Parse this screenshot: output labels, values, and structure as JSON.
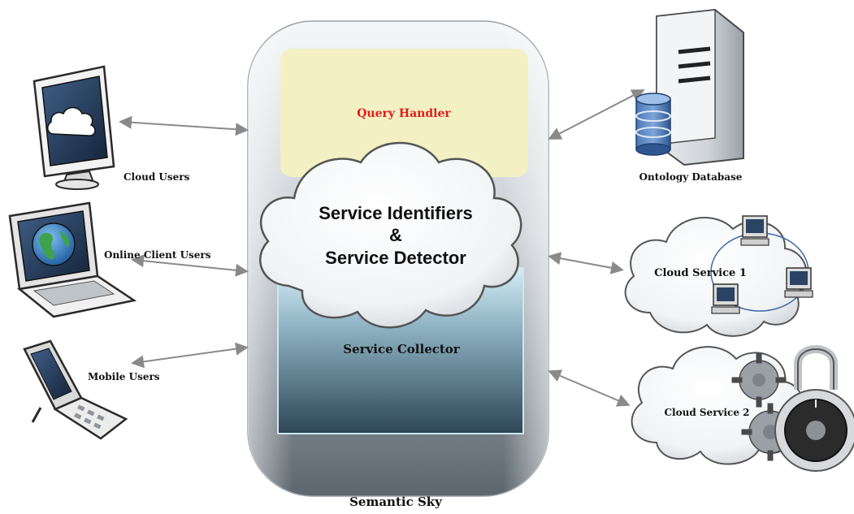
{
  "labels": {
    "query_handler": "Query Handler",
    "service_identifiers": "Service Identifiers",
    "ampersand": "&",
    "service_detector": "Service Detector",
    "service_collector": "Service Collector",
    "semantic_sky": "Semantic Sky",
    "cloud_users": "Cloud Users",
    "online_client_users": "Online Client Users",
    "mobile_users": "Mobile Users",
    "ontology_database": "Ontology Database",
    "cloud_service_1": "Cloud Service 1",
    "cloud_service_2": "Cloud Service 2"
  },
  "colors": {
    "query_handler_text": "#e31b1b",
    "query_handler_panel": "#f3f1c4",
    "collector_panel_top": "#cfe6ee",
    "collector_panel_bottom": "#2f4a5c",
    "arrow": "#8a8a8a"
  },
  "icons": [
    "desktop-monitor-icon",
    "laptop-globe-icon",
    "flip-phone-icon",
    "server-tower-icon",
    "database-icon",
    "networked-computers-icon",
    "gears-padlock-icon",
    "cloud-icon"
  ]
}
